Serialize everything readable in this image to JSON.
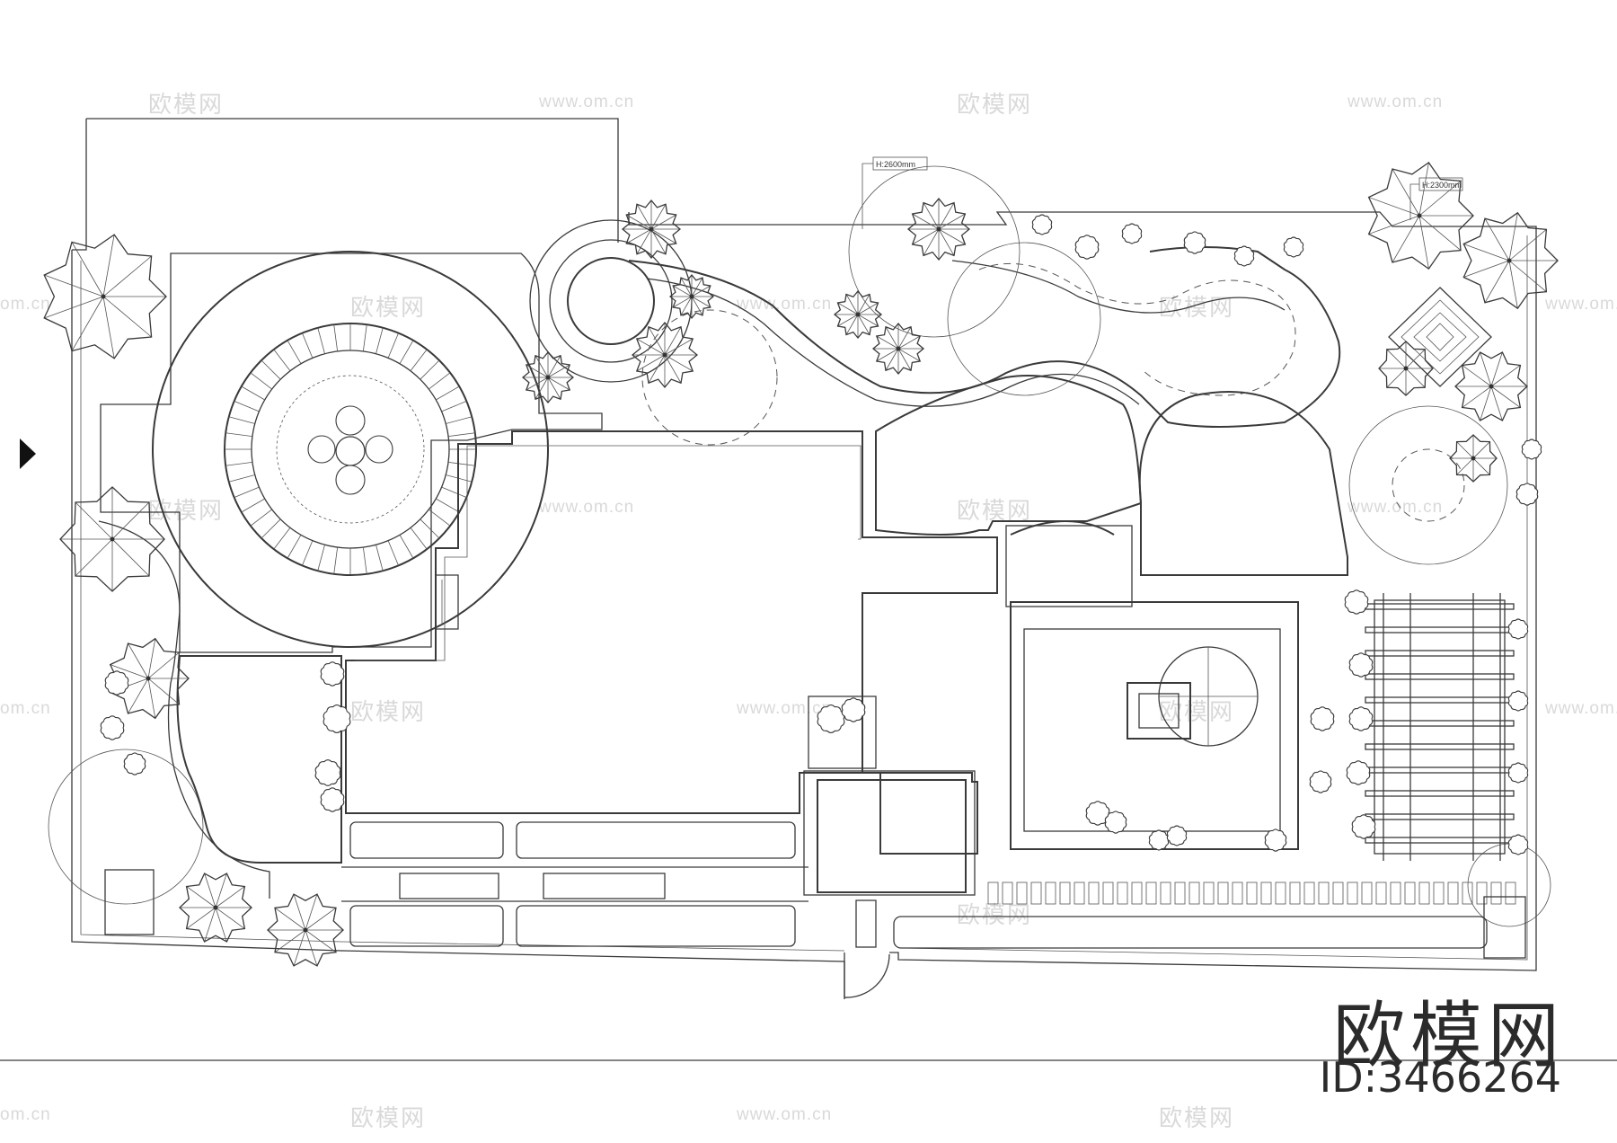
{
  "watermarks": {
    "brand_text": "欧模网",
    "url_text": "www.om.cn",
    "short_url_text": "om.cn"
  },
  "logo": {
    "name": "欧模网",
    "id_label": "ID:3466264"
  },
  "dimensions": {
    "upper_height": "H:2600mm",
    "right_height": "H:2300mm"
  }
}
